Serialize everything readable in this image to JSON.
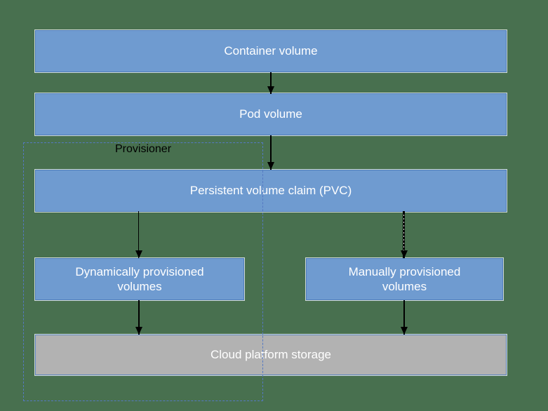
{
  "diagram": {
    "title_hint": "Kubernetes volume provisioning flow",
    "background_color": "#48704f",
    "colors": {
      "node_fill": "#6f9bd0",
      "node_border": "#4d7cba",
      "node_text": "#ffffff",
      "storage_fill": "#b2b2b2",
      "storage_border": "#5b82bd",
      "group_border": "#5579c2",
      "group_label_text": "#000000",
      "arrow": "#000000"
    },
    "nodes": {
      "container_volume": {
        "label": "Container volume"
      },
      "pod_volume": {
        "label": "Pod volume"
      },
      "pvc": {
        "label": "Persistent volume claim (PVC)"
      },
      "dynamic_volumes": {
        "label": "Dynamically provisioned\nvolumes"
      },
      "manual_volumes": {
        "label": "Manually provisioned\nvolumes"
      },
      "cloud_storage": {
        "label": "Cloud platform storage"
      }
    },
    "group": {
      "label": "Provisioner"
    },
    "edges": [
      {
        "from": "container_volume",
        "to": "pod_volume",
        "style": "solid"
      },
      {
        "from": "pod_volume",
        "to": "pvc",
        "style": "solid"
      },
      {
        "from": "pvc",
        "to": "dynamic_volumes",
        "style": "solid-thin"
      },
      {
        "from": "pvc",
        "to": "manual_volumes",
        "style": "solid-with-dashed-center"
      },
      {
        "from": "dynamic_volumes",
        "to": "cloud_storage",
        "style": "solid"
      },
      {
        "from": "manual_volumes",
        "to": "cloud_storage",
        "style": "solid"
      }
    ]
  }
}
